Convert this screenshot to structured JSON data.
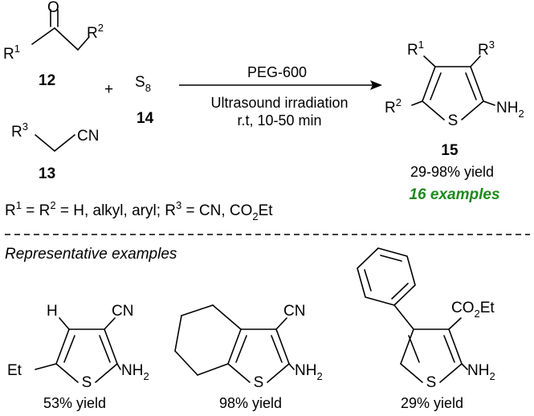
{
  "reagents": {
    "c12_label": "12",
    "c13_label": "13",
    "c14_label": "14",
    "c15_label": "15",
    "plus": "+",
    "oxygen": "O",
    "sulfur_base": "S",
    "sulfur_sub": "8"
  },
  "conditions": {
    "line1": "PEG-600",
    "line2": "Ultrasound irradiation",
    "line3": "r.t, 10-50 min"
  },
  "product": {
    "yield_range": "29-98% yield",
    "examples": "16 examples"
  },
  "substituents": {
    "r_base": "R",
    "r1_sup": "1",
    "r2_sup": "2",
    "r3_sup": "3",
    "nh2_base": "NH",
    "nh2_sub": "2",
    "cn": "CN",
    "s_atom": "S",
    "h_atom": "H",
    "et": "Et",
    "co2et_a": "CO",
    "co2et_sub": "2",
    "co2et_b": "Et"
  },
  "definition": {
    "eq1": " = R",
    "eq2": " = H, alkyl, aryl; R",
    "eq3": " = CN, CO",
    "eq4": "Et"
  },
  "section_title": "Representative examples",
  "examples": [
    {
      "yield": "53% yield"
    },
    {
      "yield": "98% yield"
    },
    {
      "yield": "29% yield"
    }
  ]
}
